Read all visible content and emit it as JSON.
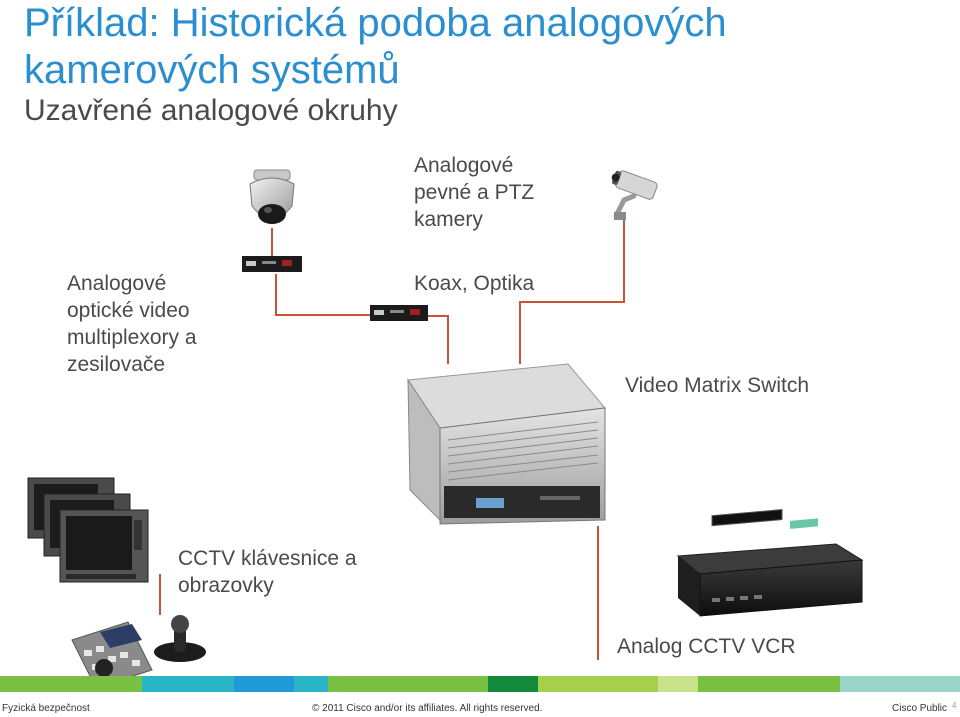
{
  "title_lines": [
    "Příklad: Historická podoba analogových",
    "kamerových systémů"
  ],
  "subtitle": "Uzavřené analogové okruhy",
  "labels": {
    "cameras": [
      "Analogové",
      "pevné a PTZ",
      "kamery"
    ],
    "multiplexers": [
      "Analogové",
      "optické video",
      "multiplexory a",
      "zesilovače"
    ],
    "cabling": "Koax, Optika",
    "matrix": "Video Matrix Switch",
    "cctv": [
      "CCTV klávesnice a",
      "obrazovky"
    ],
    "vcr": "Analog CCTV VCR"
  },
  "colors": {
    "title": "#2a8fd0",
    "text": "#4a4a4a",
    "connector": "#c8553a",
    "bars": [
      "#7ac043",
      "#2ab4c8",
      "#1e9bd7",
      "#2ab4c8",
      "#7ac043",
      "#148a3c",
      "#a6d04b",
      "#c8e28a",
      "#7ac043",
      "#9ad3c8"
    ]
  },
  "icons": [
    "dome-camera-icon",
    "bullet-camera-icon",
    "multiplexer-unit-icon",
    "amplifier-unit-icon",
    "video-matrix-switch-icon",
    "crt-monitors-icon",
    "cctv-keyboard-icon",
    "vcr-icon"
  ],
  "footer": {
    "left": "Fyzická bezpečnost",
    "center": "© 2011 Cisco and/or its affiliates. All rights reserved.",
    "right": "Cisco Public",
    "page": "4"
  }
}
